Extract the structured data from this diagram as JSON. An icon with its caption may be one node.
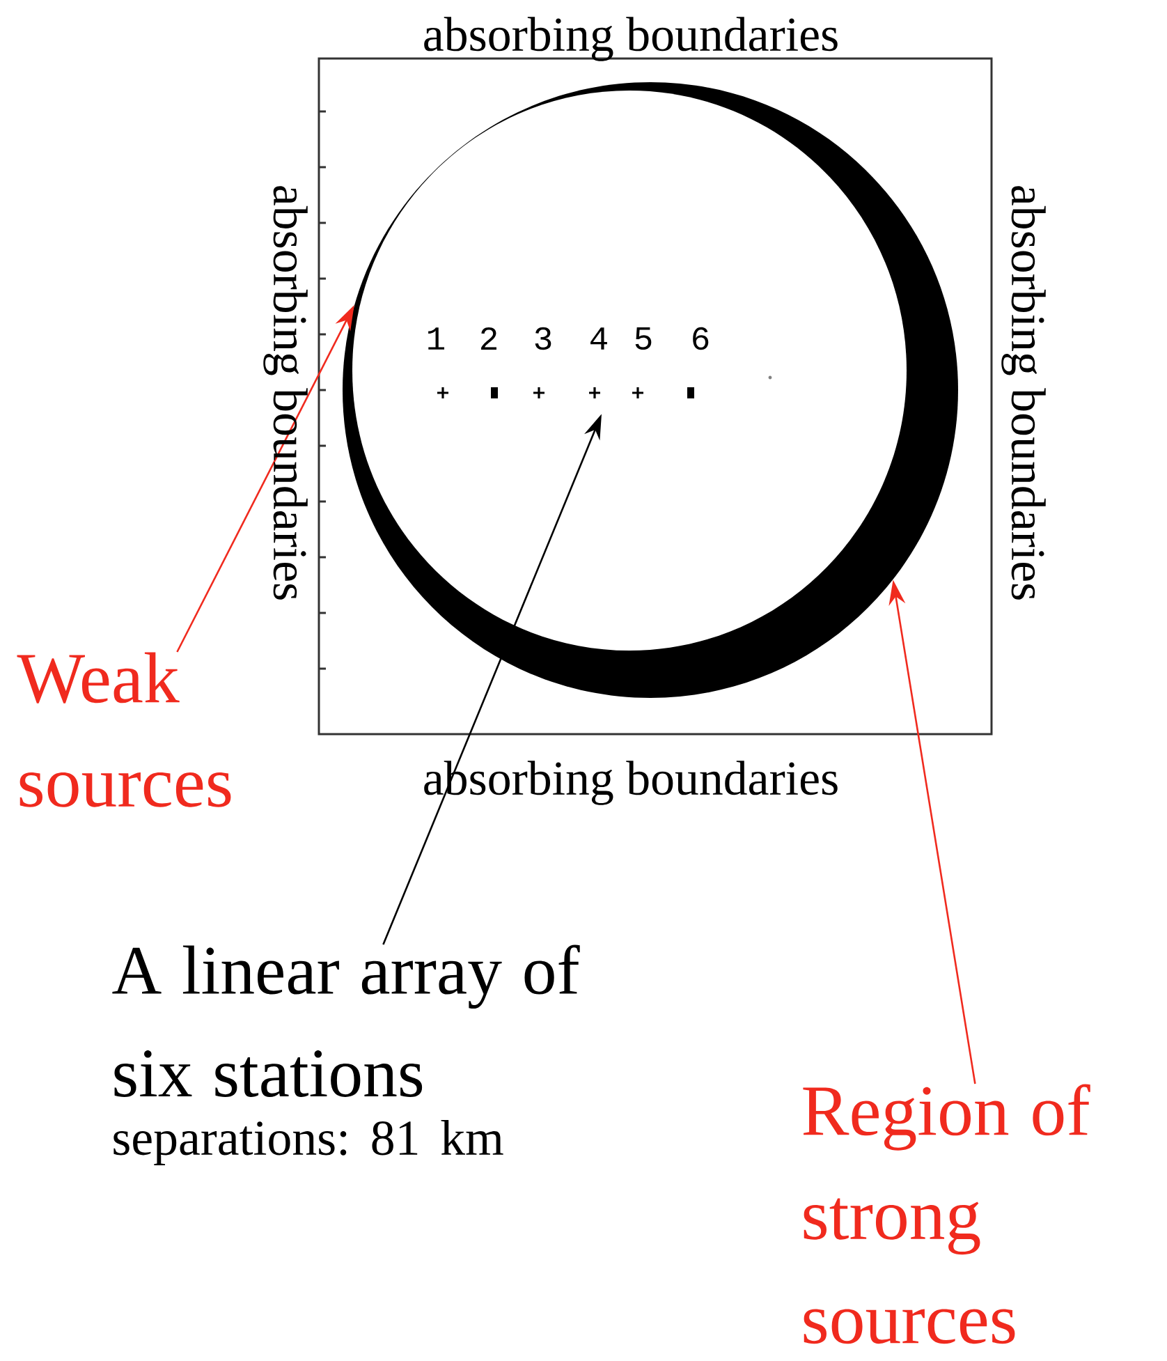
{
  "diagram": {
    "nodes": [
      {
        "text": [],
        "shape": "circle"
      },
      {
        "text": [
          "Weak sources"
        ]
      },
      {
        "text": [
          "A linear array of six stations",
          "separations: 81 km"
        ]
      },
      {
        "text": [
          "Region of strong sources"
        ]
      },
      {
        "text": [],
        "shape": "picture",
        "in": 0
      }
    ],
    "edges": [
      {
        "from": 1,
        "to": 0,
        "arrow": "to",
        "color": "#f02a1e"
      },
      {
        "from": 2,
        "to": 4,
        "arrow": "to",
        "color": "#000000"
      },
      {
        "from": 3,
        "to": 0,
        "arrow": "to",
        "color": "#f02a1e"
      }
    ],
    "labels": [
      "absorbing boundaries",
      "absorbing boundaries",
      "absorbing boundaries",
      "absorbing boundaries",
      "1",
      "2",
      "3",
      "4",
      "5",
      "6"
    ]
  }
}
